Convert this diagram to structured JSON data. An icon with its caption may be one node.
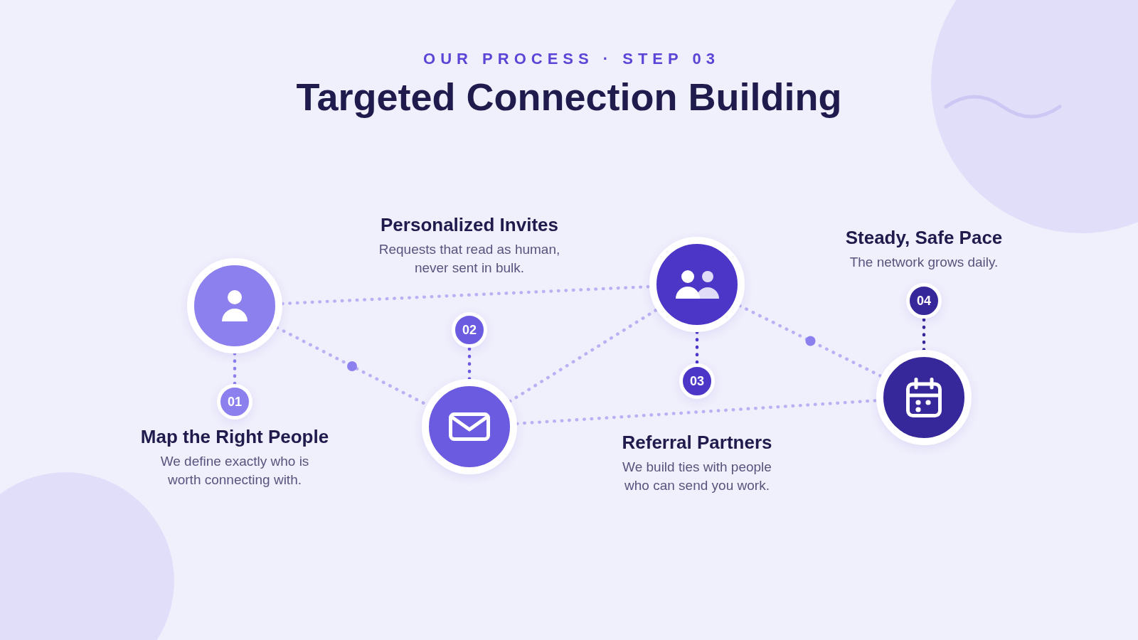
{
  "diagram": {
    "title": "Targeted Connection Building",
    "nodes": [
      {
        "text": [],
        "shape": "circle"
      },
      {
        "text": [
          "01"
        ],
        "beside": [
          "Map the Right People",
          "We define exactly who is worth connecting with."
        ]
      },
      {
        "text": [],
        "shape": "circle"
      },
      {
        "text": [
          "02"
        ],
        "beside": [
          "Personalized Invites",
          "Requests that read as human, never sent in bulk."
        ]
      },
      {
        "text": [],
        "shape": "circle"
      },
      {
        "text": [
          "03"
        ],
        "beside": [
          "Referral Partners",
          "We build ties with people who can send you work."
        ]
      },
      {
        "text": [],
        "shape": "circle"
      },
      {
        "text": [
          "04"
        ],
        "beside": [
          "Steady, Safe Pace",
          "The network grows daily."
        ]
      }
    ],
    "edges": [
      {
        "from": 0,
        "to": 2,
        "arrow": "none",
        "style": "dashed"
      },
      {
        "from": 0,
        "to": 4,
        "arrow": "none",
        "style": "dashed"
      },
      {
        "from": 2,
        "to": 4,
        "arrow": "none",
        "style": "dashed"
      },
      {
        "from": 2,
        "to": 6,
        "arrow": "none",
        "style": "dashed"
      },
      {
        "from": 4,
        "to": 6,
        "arrow": "none",
        "style": "dashed"
      },
      {
        "from": 0,
        "to": 1,
        "arrow": "none",
        "style": "dashed",
        "color": "#8b80ee"
      },
      {
        "from": 2,
        "to": 3,
        "arrow": "none",
        "style": "dashed",
        "color": "#6b5be0"
      },
      {
        "from": 4,
        "to": 5,
        "arrow": "none",
        "style": "dashed",
        "color": "#4b36c8"
      },
      {
        "from": 6,
        "to": 7,
        "arrow": "none",
        "style": "dashed",
        "color": "#36279a"
      }
    ],
    "labels": [
      "OUR PROCESS · STEP 03"
    ]
  }
}
